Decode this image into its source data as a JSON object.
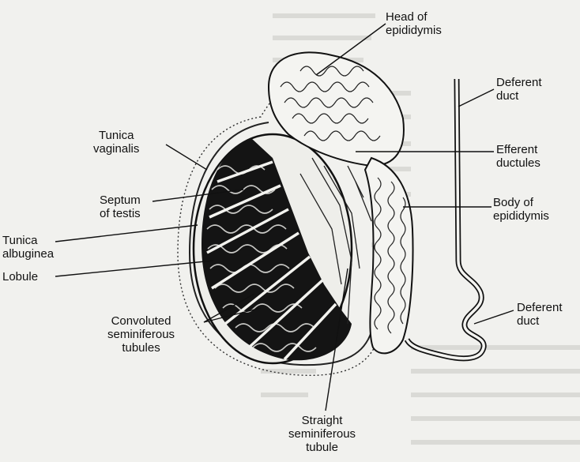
{
  "labels": {
    "head_of_epididymis": "Head of\nepididymis",
    "deferent_duct_top": "Deferent\nduct",
    "efferent_ductules": "Efferent\nductules",
    "body_of_epididymis": "Body of\nepididymis",
    "deferent_duct_bottom": "Deferent\nduct",
    "tunica_vaginalis": "Tunica\nvaginalis",
    "septum_of_testis": "Septum\nof testis",
    "tunica_albuginea": "Tunica\nalbuginea",
    "lobule": "Lobule",
    "convoluted_seminiferous_tubules": "Convoluted\nseminiferous\ntubules",
    "straight_seminiferous_tubule": "Straight\nseminiferous\ntubule"
  }
}
